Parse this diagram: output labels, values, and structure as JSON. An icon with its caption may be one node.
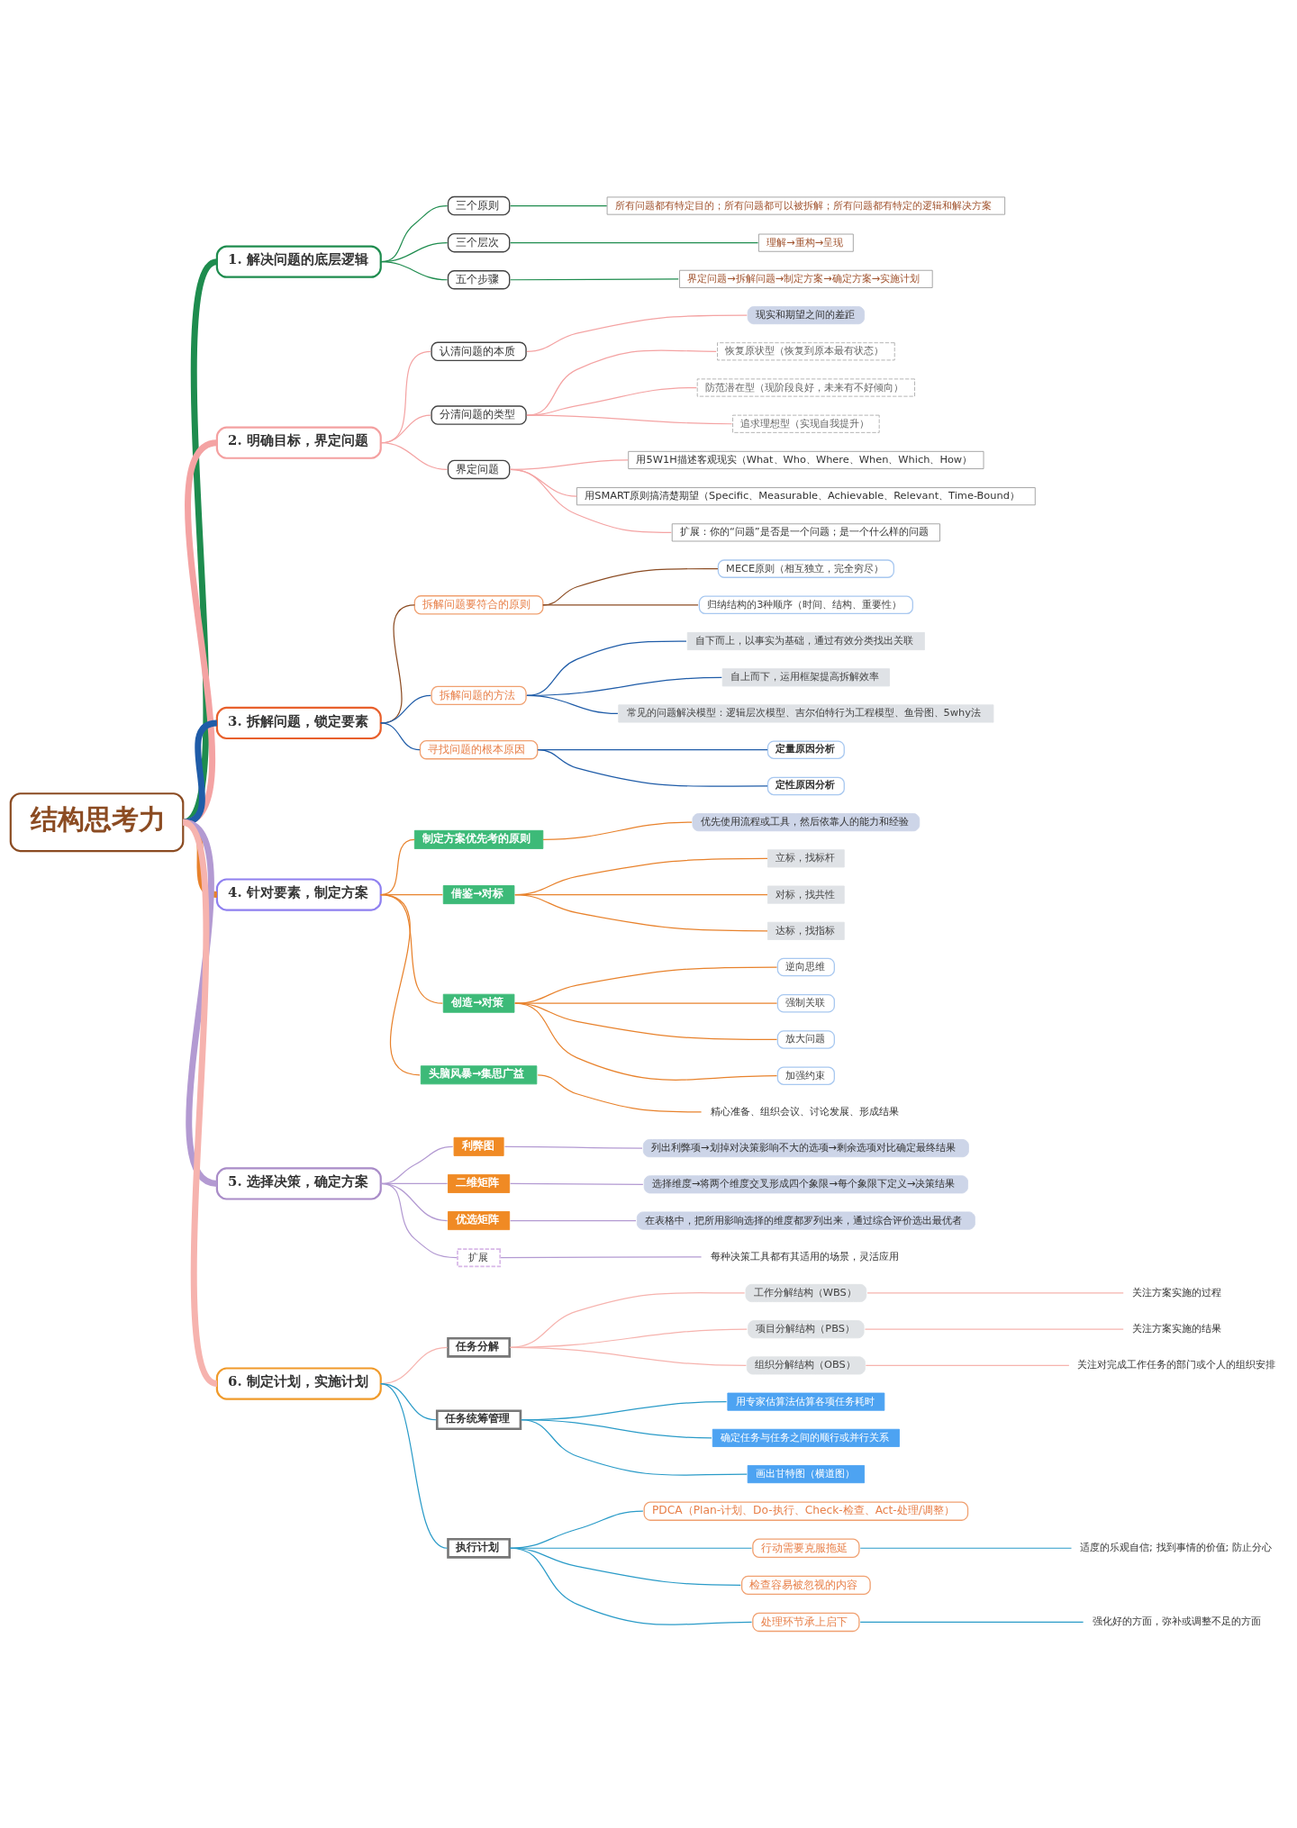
{
  "diagram": {
    "nodes": [
      {
        "text": [
          "结构思考力"
        ]
      },
      {
        "text": [
          "1. 解决问题的底层逻辑"
        ]
      },
      {
        "text": [
          "三个原则"
        ]
      },
      {
        "text": [
          "所有问题都有特定目的；所有问题都可以被拆解；所有问题都有特定的逻辑和解决方案"
        ]
      },
      {
        "text": [
          "三个层次"
        ]
      },
      {
        "text": [
          "理解→重构→呈现"
        ]
      },
      {
        "text": [
          "五个步骤"
        ]
      },
      {
        "text": [
          "界定问题→拆解问题→制定方案→确定方案→实施计划"
        ]
      },
      {
        "text": [
          "2. 明确目标，界定问题"
        ]
      },
      {
        "text": [
          "认清问题的本质"
        ]
      },
      {
        "text": [
          "现实和期望之间的差距"
        ]
      },
      {
        "text": [
          "分清问题的类型"
        ]
      },
      {
        "text": [
          "恢复原状型（恢复到原本最有状态）"
        ]
      },
      {
        "text": [
          "防范潜在型（现阶段良好，未来有不好倾向）"
        ]
      },
      {
        "text": [
          "追求理想型（实现自我提升）"
        ]
      },
      {
        "text": [
          "界定问题"
        ]
      },
      {
        "text": [
          "用5W1H描述客观现实（What、Who、Where、When、Which、How）"
        ]
      },
      {
        "text": [
          "用SMART原则搞清楚期望（Specific、Measurable、Achievable、Relevant、Time-Bound）"
        ]
      },
      {
        "text": [
          "扩展：你的“问题”是否是一个问题；是一个什么样的问题"
        ]
      },
      {
        "text": [
          "3. 拆解问题，锁定要素"
        ]
      },
      {
        "text": [
          "拆解问题要符合的原则"
        ]
      },
      {
        "text": [
          "MECE原则（相互独立，完全穷尽）"
        ]
      },
      {
        "text": [
          "归纳结构的3种顺序（时间、结构、重要性）"
        ]
      },
      {
        "text": [
          "拆解问题的方法"
        ]
      },
      {
        "text": [
          "自下而上，以事实为基础，通过有效分类找出关联"
        ]
      },
      {
        "text": [
          "自上而下，运用框架提高拆解效率"
        ]
      },
      {
        "text": [
          "常见的问题解决模型：逻辑层次模型、吉尔伯特行为工程模型、鱼骨图、5why法"
        ]
      },
      {
        "text": [
          "寻找问题的根本原因"
        ]
      },
      {
        "text": [
          "定量原因分析"
        ]
      },
      {
        "text": [
          "定性原因分析"
        ]
      },
      {
        "text": [
          "4. 针对要素，制定方案"
        ]
      },
      {
        "text": [
          "制定方案优先考的原则"
        ]
      },
      {
        "text": [
          "优先使用流程或工具，然后依靠人的能力和经验"
        ]
      },
      {
        "text": [
          "借鉴→对标"
        ]
      },
      {
        "text": [
          "立标，找标杆"
        ]
      },
      {
        "text": [
          "对标，找共性"
        ]
      },
      {
        "text": [
          "达标，找指标"
        ]
      },
      {
        "text": [
          "创造→对策"
        ]
      },
      {
        "text": [
          "逆向思维"
        ]
      },
      {
        "text": [
          "强制关联"
        ]
      },
      {
        "text": [
          "放大问题"
        ]
      },
      {
        "text": [
          "加强约束"
        ]
      },
      {
        "text": [
          "头脑风暴→集思广益"
        ]
      },
      {
        "text": [
          "精心准备、组织会议、讨论发展、形成结果"
        ]
      },
      {
        "text": [
          "5. 选择决策，确定方案"
        ]
      },
      {
        "text": [
          "利弊图"
        ]
      },
      {
        "text": [
          "列出利弊项→划掉对决策影响不大的选项→剩余选项对比确定最终结果"
        ]
      },
      {
        "text": [
          "二维矩阵"
        ]
      },
      {
        "text": [
          "选择维度→将两个维度交叉形成四个象限→每个象限下定义→决策结果"
        ]
      },
      {
        "text": [
          "优选矩阵"
        ]
      },
      {
        "text": [
          "在表格中，把所用影响选择的维度都罗列出来，通过综合评价选出最优者"
        ]
      },
      {
        "text": [
          "扩展"
        ]
      },
      {
        "text": [
          "每种决策工具都有其适用的场景，灵活应用"
        ]
      },
      {
        "text": [
          "6. 制定计划，实施计划"
        ]
      },
      {
        "text": [
          "任务分解"
        ]
      },
      {
        "text": [
          "工作分解结构（WBS）"
        ]
      },
      {
        "text": [
          "关注方案实施的过程"
        ]
      },
      {
        "text": [
          "项目分解结构（PBS）"
        ]
      },
      {
        "text": [
          "关注方案实施的结果"
        ]
      },
      {
        "text": [
          "组织分解结构（OBS）"
        ]
      },
      {
        "text": [
          "关注对完成工作任务的部门或个人的组织安排"
        ]
      },
      {
        "text": [
          "任务统筹管理"
        ]
      },
      {
        "text": [
          "用专家估算法估算各项任务耗时"
        ]
      },
      {
        "text": [
          "确定任务与任务之间的顺行或并行关系"
        ]
      },
      {
        "text": [
          "画出甘特图（横道图）"
        ]
      },
      {
        "text": [
          "执行计划"
        ]
      },
      {
        "text": [
          "PDCA（Plan-计划、Do-执行、Check-检查、Act-处理/调整）"
        ]
      },
      {
        "text": [
          "行动需要克服拖延"
        ]
      },
      {
        "text": [
          "适度的乐观自信; 找到事情的价值; 防止分心"
        ]
      },
      {
        "text": [
          "检查容易被忽视的内容"
        ]
      },
      {
        "text": [
          "处理环节承上启下"
        ]
      },
      {
        "text": [
          "强化好的方面，弥补或调整不足的方面"
        ]
      }
    ],
    "edges": [
      {
        "from": 0,
        "to": 1,
        "arrow": "none",
        "style": "thick",
        "color": "#1e8c4e"
      },
      {
        "from": 1,
        "to": 2,
        "arrow": "none",
        "color": "#1e8c4e"
      },
      {
        "from": 2,
        "to": 3,
        "arrow": "none",
        "color": "#1e8c4e"
      },
      {
        "from": 1,
        "to": 4,
        "arrow": "none",
        "color": "#1e8c4e"
      },
      {
        "from": 4,
        "to": 5,
        "arrow": "none",
        "color": "#1e8c4e"
      },
      {
        "from": 1,
        "to": 6,
        "arrow": "none",
        "color": "#1e8c4e"
      },
      {
        "from": 6,
        "to": 7,
        "arrow": "none",
        "color": "#1e8c4e"
      },
      {
        "from": 0,
        "to": 8,
        "arrow": "none",
        "style": "thick",
        "color": "#f4a3a3"
      },
      {
        "from": 8,
        "to": 9,
        "arrow": "none",
        "color": "#f4a3a3"
      },
      {
        "from": 9,
        "to": 10,
        "arrow": "none",
        "color": "#f4a3a3"
      },
      {
        "from": 8,
        "to": 11,
        "arrow": "none",
        "color": "#f4a3a3"
      },
      {
        "from": 11,
        "to": 12,
        "arrow": "none",
        "color": "#f4a3a3"
      },
      {
        "from": 11,
        "to": 13,
        "arrow": "none",
        "color": "#f4a3a3"
      },
      {
        "from": 11,
        "to": 14,
        "arrow": "none",
        "color": "#f4a3a3"
      },
      {
        "from": 8,
        "to": 15,
        "arrow": "none",
        "color": "#f4a3a3"
      },
      {
        "from": 15,
        "to": 16,
        "arrow": "none",
        "color": "#f4a3a3"
      },
      {
        "from": 15,
        "to": 17,
        "arrow": "none",
        "color": "#f4a3a3"
      },
      {
        "from": 15,
        "to": 18,
        "arrow": "none",
        "color": "#f4a3a3"
      },
      {
        "from": 0,
        "to": 19,
        "arrow": "none",
        "style": "thick",
        "color": "#1f5ca8"
      },
      {
        "from": 19,
        "to": 20,
        "arrow": "none",
        "color": "#8b4b22"
      },
      {
        "from": 20,
        "to": 21,
        "arrow": "none",
        "color": "#8b4b22"
      },
      {
        "from": 20,
        "to": 22,
        "arrow": "none",
        "color": "#8b4b22"
      },
      {
        "from": 19,
        "to": 23,
        "arrow": "none",
        "color": "#1f5ca8"
      },
      {
        "from": 23,
        "to": 24,
        "arrow": "none",
        "color": "#1f5ca8"
      },
      {
        "from": 23,
        "to": 25,
        "arrow": "none",
        "color": "#1f5ca8"
      },
      {
        "from": 23,
        "to": 26,
        "arrow": "none",
        "color": "#1f5ca8"
      },
      {
        "from": 19,
        "to": 27,
        "arrow": "none",
        "color": "#1f5ca8"
      },
      {
        "from": 27,
        "to": 28,
        "arrow": "none",
        "color": "#1f5ca8"
      },
      {
        "from": 27,
        "to": 29,
        "arrow": "none",
        "color": "#1f5ca8"
      },
      {
        "from": 0,
        "to": 30,
        "arrow": "none",
        "style": "thick"
      },
      {
        "from": 30,
        "to": 31,
        "arrow": "none"
      },
      {
        "from": 31,
        "to": 32,
        "arrow": "none"
      },
      {
        "from": 30,
        "to": 33,
        "arrow": "none"
      },
      {
        "from": 33,
        "to": 34,
        "arrow": "none"
      },
      {
        "from": 33,
        "to": 35,
        "arrow": "none"
      },
      {
        "from": 33,
        "to": 36,
        "arrow": "none"
      },
      {
        "from": 30,
        "to": 37,
        "arrow": "none"
      },
      {
        "from": 37,
        "to": 38,
        "arrow": "none"
      },
      {
        "from": 37,
        "to": 39,
        "arrow": "none"
      },
      {
        "from": 37,
        "to": 40,
        "arrow": "none"
      },
      {
        "from": 37,
        "to": 41,
        "arrow": "none"
      },
      {
        "from": 30,
        "to": 42,
        "arrow": "none"
      },
      {
        "from": 42,
        "to": 43,
        "arrow": "none"
      },
      {
        "from": 0,
        "to": 44,
        "arrow": "none",
        "style": "thick",
        "color": "#b39ad2"
      },
      {
        "from": 44,
        "to": 45,
        "arrow": "none",
        "color": "#b39ad2"
      },
      {
        "from": 45,
        "to": 46,
        "arrow": "none",
        "color": "#b39ad2"
      },
      {
        "from": 44,
        "to": 47,
        "arrow": "none",
        "color": "#b39ad2"
      },
      {
        "from": 47,
        "to": 48,
        "arrow": "none",
        "color": "#b39ad2"
      },
      {
        "from": 44,
        "to": 49,
        "arrow": "none",
        "color": "#b39ad2"
      },
      {
        "from": 49,
        "to": 50,
        "arrow": "none",
        "color": "#b39ad2"
      },
      {
        "from": 44,
        "to": 51,
        "arrow": "none",
        "color": "#b39ad2"
      },
      {
        "from": 51,
        "to": 52,
        "arrow": "none",
        "color": "#b39ad2"
      },
      {
        "from": 0,
        "to": 53,
        "arrow": "none",
        "style": "thick",
        "color": "#f6b3ae"
      },
      {
        "from": 53,
        "to": 54,
        "arrow": "none",
        "color": "#f6b3ae"
      },
      {
        "from": 54,
        "to": 55,
        "arrow": "none",
        "color": "#f6b3ae"
      },
      {
        "from": 55,
        "to": 56,
        "arrow": "none",
        "color": "#f6b3ae"
      },
      {
        "from": 54,
        "to": 57,
        "arrow": "none",
        "color": "#f6b3ae"
      },
      {
        "from": 57,
        "to": 58,
        "arrow": "none",
        "color": "#f6b3ae"
      },
      {
        "from": 54,
        "to": 59,
        "arrow": "none",
        "color": "#f6b3ae"
      },
      {
        "from": 59,
        "to": 60,
        "arrow": "none",
        "color": "#f6b3ae"
      },
      {
        "from": 53,
        "to": 61,
        "arrow": "none",
        "color": "#2a9bc8"
      },
      {
        "from": 61,
        "to": 62,
        "arrow": "none",
        "color": "#2a9bc8"
      },
      {
        "from": 61,
        "to": 63,
        "arrow": "none",
        "color": "#2a9bc8"
      },
      {
        "from": 61,
        "to": 64,
        "arrow": "none",
        "color": "#2a9bc8"
      },
      {
        "from": 53,
        "to": 65,
        "arrow": "none",
        "color": "#2a9bc8"
      },
      {
        "from": 65,
        "to": 66,
        "arrow": "none",
        "color": "#2a9bc8"
      },
      {
        "from": 65,
        "to": 67,
        "arrow": "none",
        "color": "#2a9bc8"
      },
      {
        "from": 67,
        "to": 68,
        "arrow": "none",
        "color": "#2a9bc8"
      },
      {
        "from": 65,
        "to": 69,
        "arrow": "none",
        "color": "#2a9bc8"
      },
      {
        "from": 65,
        "to": 70,
        "arrow": "none",
        "color": "#2a9bc8"
      },
      {
        "from": 70,
        "to": 71,
        "arrow": "none",
        "color": "#2a9bc8"
      }
    ]
  }
}
